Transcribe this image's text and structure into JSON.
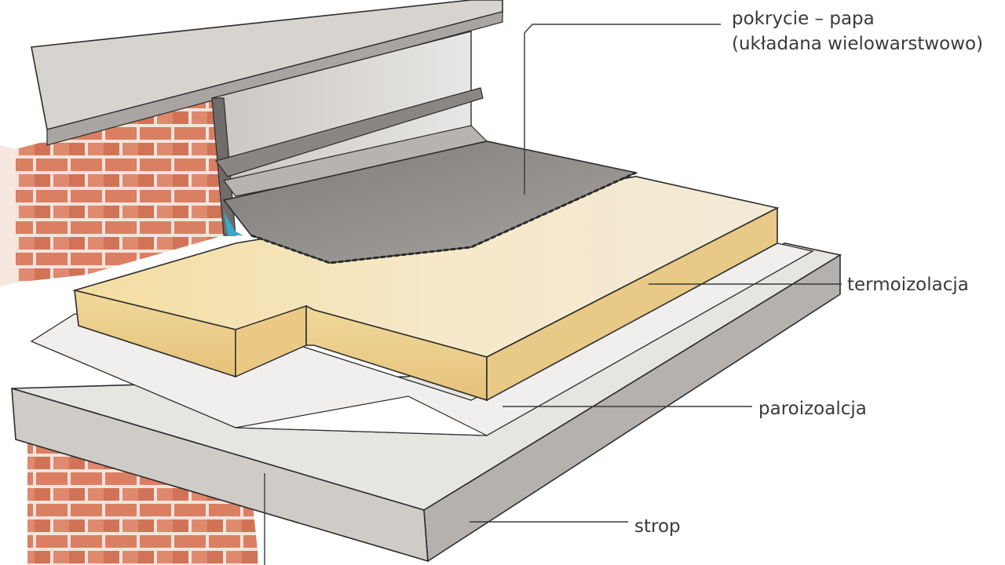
{
  "labels": {
    "pokrycie_line1": "pokrycie – papa",
    "pokrycie_line2": "(układana wielowarstwowo)",
    "termoizolacja": "termoizolacja",
    "paroizolacja": "paroizoalcja",
    "strop": "strop"
  },
  "colors": {
    "brick": "#d9785a",
    "mortar": "#f1e2da",
    "insulation": "#f1dca6",
    "roof_membrane": "#8e8a88",
    "concrete": "#dedcd8",
    "vapor_barrier": "#e9e8e6",
    "accent_blue": "#3aa8c7",
    "outline": "#2c2c2c"
  }
}
